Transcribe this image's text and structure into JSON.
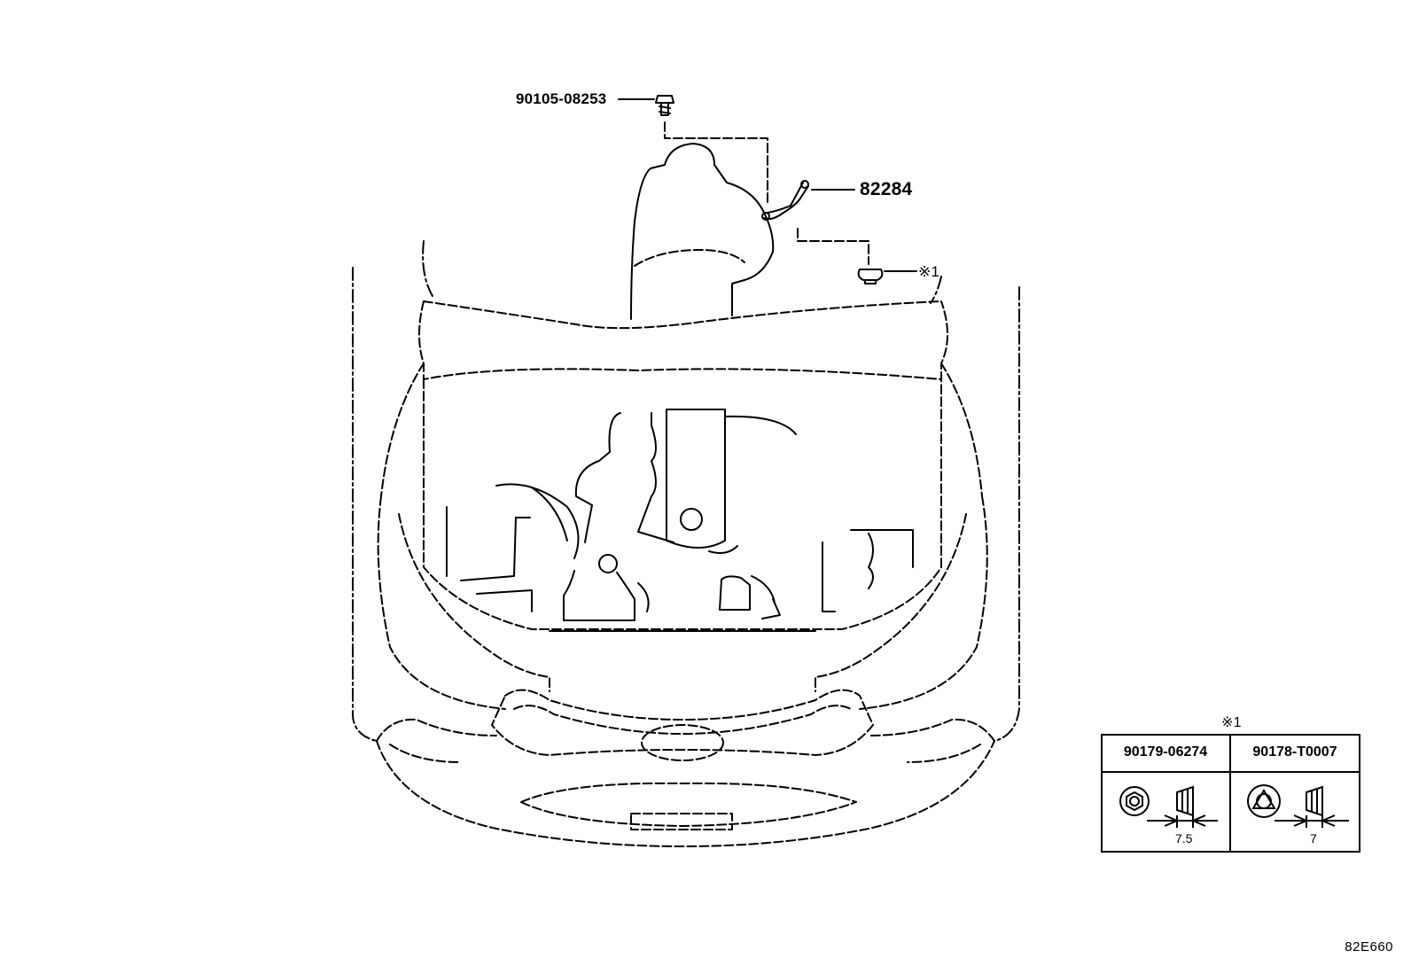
{
  "parts": {
    "bolt_label": "90105-08253",
    "hinge_label": "82284",
    "nut_callout": "※1"
  },
  "legend": {
    "marker": "※1",
    "columns": [
      {
        "part_no": "90179-06274",
        "dimension": "7.5"
      },
      {
        "part_no": "90178-T0007",
        "dimension": "7"
      }
    ]
  },
  "diagram_code": "82E660"
}
